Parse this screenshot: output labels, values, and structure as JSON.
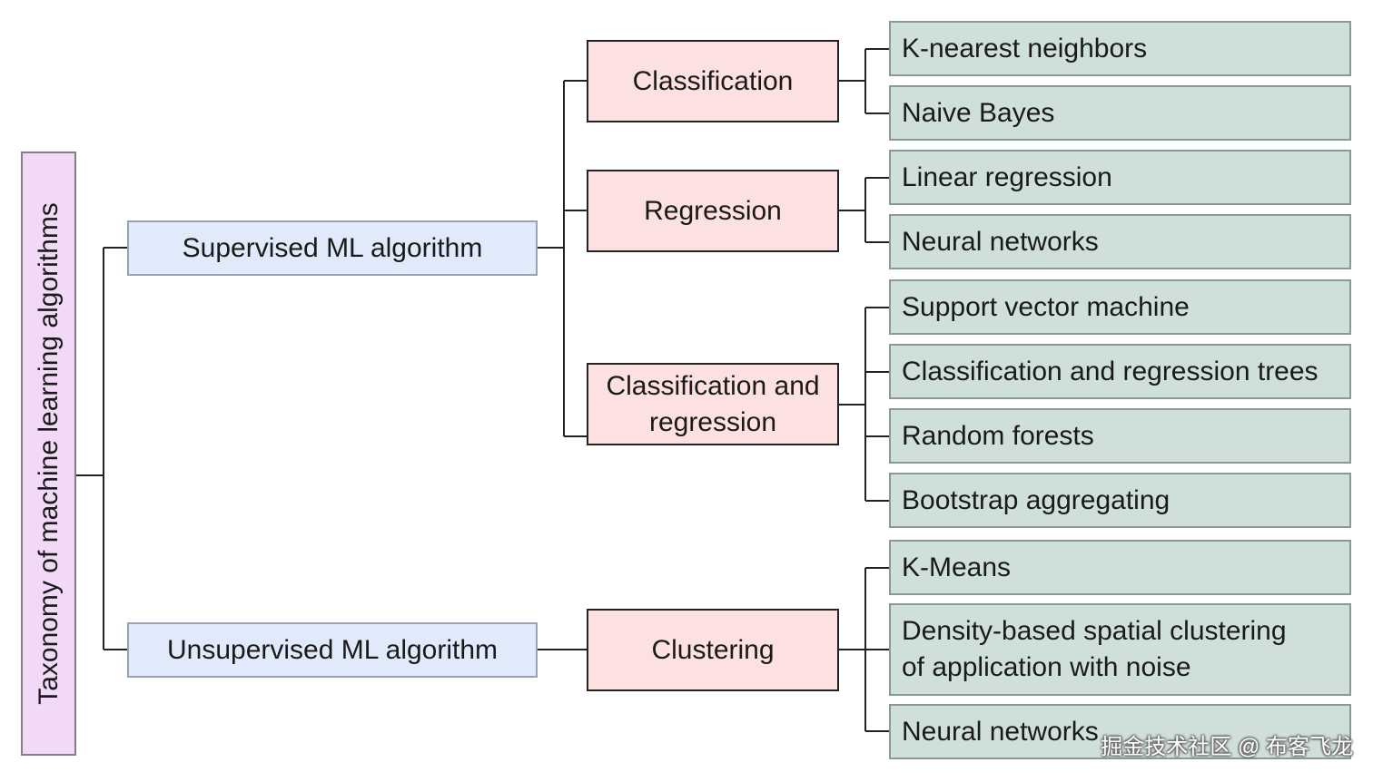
{
  "root": {
    "label": "Taxonomy of machine learning algorithms"
  },
  "level1": {
    "supervised": "Supervised ML algorithm",
    "unsupervised": "Unsupervised ML algorithm"
  },
  "level2": {
    "classification": "Classification",
    "regression": "Regression",
    "classification_and_regression": "Classification and regression",
    "clustering": "Clustering"
  },
  "leaves": {
    "classification": [
      "K-nearest neighbors",
      "Naive Bayes"
    ],
    "regression": [
      "Linear regression",
      "Neural networks"
    ],
    "classification_and_regression": [
      "Support vector machine",
      "Classification and regression trees",
      "Random forests",
      "Bootstrap aggregating"
    ],
    "clustering": [
      "K-Means",
      "Density-based spatial clustering of application with noise",
      "Neural networks"
    ]
  },
  "watermark": "掘金技术社区 @ 布客飞龙",
  "colors": {
    "root_fill": "#f3d9f8",
    "level1_fill": "#e0eafb",
    "level2_fill": "#fde0e0",
    "leaf_fill": "#cfe0dc",
    "line": "#222222"
  }
}
